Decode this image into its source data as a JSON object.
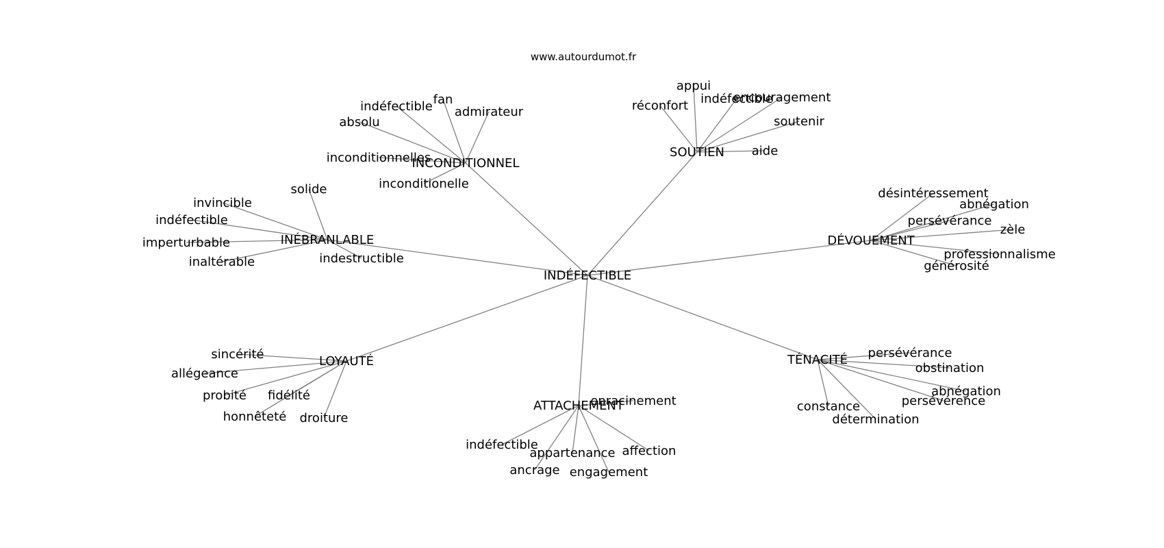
{
  "source_url": "www.autourdumot.fr",
  "root": "INDÉFECTIBLE",
  "clusters": [
    {
      "hub": "INCONDITIONNEL",
      "leaves": [
        "indéfectible",
        "fan",
        "admirateur",
        "absolu",
        "inconditionnelles",
        "inconditionelle"
      ]
    },
    {
      "hub": "SOUTIEN",
      "leaves": [
        "appui",
        "réconfort",
        "indéfectible",
        "encouragement",
        "soutenir",
        "aide"
      ]
    },
    {
      "hub": "INÉBRANLABLE",
      "leaves": [
        "solide",
        "invincible",
        "indéfectible",
        "imperturbable",
        "inaltérable",
        "indestructible"
      ]
    },
    {
      "hub": "DÉVOUEMENT",
      "leaves": [
        "désintéressement",
        "abnégation",
        "persévérance",
        "zèle",
        "professionnalisme",
        "générosité"
      ]
    },
    {
      "hub": "LOYAUTÉ",
      "leaves": [
        "sincérité",
        "allégeance",
        "probité",
        "fidélité",
        "honnêteté",
        "droiture"
      ]
    },
    {
      "hub": "ATTACHEMENT",
      "leaves": [
        "enracinement",
        "indéfectible",
        "appartenance",
        "affection",
        "ancrage",
        "engagement"
      ]
    },
    {
      "hub": "TÉNACITÉ",
      "leaves": [
        "persévérance",
        "obstination",
        "abnégation",
        "persévérence",
        "constance",
        "détermination"
      ]
    }
  ]
}
